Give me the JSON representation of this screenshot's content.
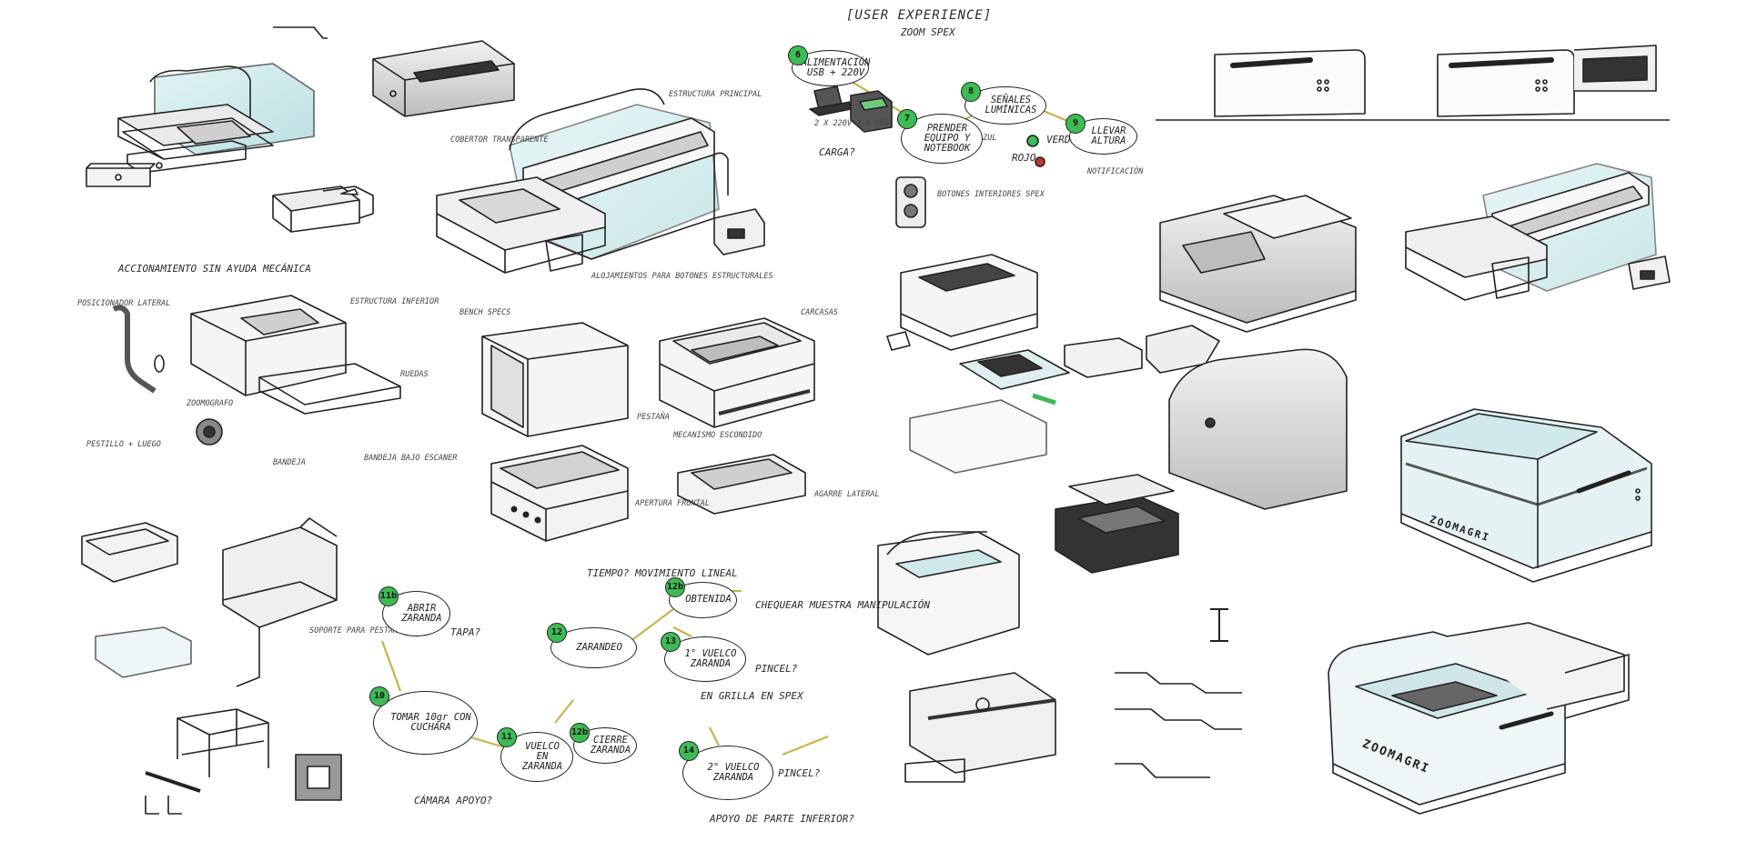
{
  "header": {
    "title": "[USER EXPERIENCE]",
    "subtitle": "ZOOM SPEX"
  },
  "section_labels": {
    "accionamiento": "ACCIONAMIENTO SIN AYUDA MECÁNICA",
    "carcasas": "CARCASAS",
    "bench": "BENCH SPECS"
  },
  "annotations": {
    "estructura_principal": "ESTRUCTURA PRINCIPAL",
    "cobertor": "COBERTOR TRANSPARENTE",
    "ascensores": "ALOJAMIENTOS PARA BOTONES ESTRUCTURALES",
    "posicionador": "POSICIONADOR LATERAL",
    "estructura_inferior": "ESTRUCTURA INFERIOR",
    "zoomografo": "ZOOMOGRAFO",
    "ruedas": "RUEDAS",
    "pestillo": "PESTILLO + LUEGO",
    "bandeja": "BANDEJA",
    "bandeja_bajo": "BANDEJA BAJO ESCANER",
    "pestana": "PESTAÑA",
    "mecanismo": "MECANISMO ESCONDIDO",
    "apertura_frontal": "APERTURA FRONTAL",
    "agarre": "AGARRE LATERAL",
    "soporte": "SOPORTE PARA PESTAÑAS",
    "alimentacion_note": "2 X 220V 2 X USB",
    "carga": "CARGA?",
    "botones": "BOTONES INTERIORES SPEX",
    "luces_rojo": "ROJO",
    "luces_verde": "VERDE",
    "azul": "AZUL",
    "notificacion": "NOTIFICACIÓN",
    "camara": "CÁMARA APOYO?",
    "tapa": "TAPA?",
    "apoyo_parte": "APOYO DE PARTE INFERIOR?",
    "tiempo": "TIEMPO? MOVIMIENTO LINEAL",
    "en_grilla": "EN GRILLA EN SPEX",
    "pincel1": "PINCEL?",
    "pincel2": "PINCEL?",
    "chequear": "CHEQUEAR MUESTRA MANIPULACIÓN"
  },
  "ux_steps": [
    {
      "num": "6",
      "label": "ALIMENTACIÓN USB + 220V"
    },
    {
      "num": "7",
      "label": "PRENDER EQUIPO Y NOTEBOOK"
    },
    {
      "num": "8",
      "label": "SEÑALES LUMÍNICAS"
    },
    {
      "num": "9",
      "label": "LLEVAR ALTURA"
    },
    {
      "num": "10",
      "label": "TOMAR 10gr CON CUCHARA"
    },
    {
      "num": "11",
      "label": "VUELCO EN ZARANDA"
    },
    {
      "num": "12",
      "label": "ZARANDEO"
    },
    {
      "num": "13",
      "label": "1° VUELCO ZARANDA"
    },
    {
      "num": "14",
      "label": "2° VUELCO ZARANDA"
    },
    {
      "num": "11b",
      "label": "ABRIR ZARANDA"
    },
    {
      "num": "12b",
      "label": "CIERRE ZARANDA"
    },
    {
      "num": "12b",
      "label": "OBTENIDA"
    }
  ],
  "brand": {
    "name_front": "ZOOMAGRI",
    "name_bottom": "ZOOMAGRI"
  },
  "colors": {
    "accent_green": "#3dbb55",
    "glass_teal": "#bfe4e6",
    "ink": "#222222",
    "mustard": "#c9b24a"
  }
}
